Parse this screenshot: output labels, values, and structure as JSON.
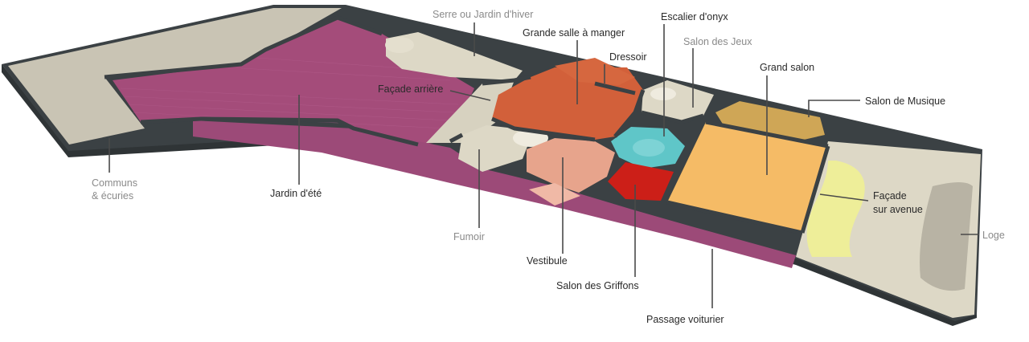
{
  "colors": {
    "wall": "#3b4144",
    "wall_dark": "#2e3335",
    "service_beige": "#c9c4b4",
    "light_beige": "#ddd8c6",
    "summer_garden": "#a44c7a",
    "passage": "#9c4a78",
    "dining_orange": "#d2603a",
    "onyx_teal": "#5fc6c8",
    "grand_salon": "#f5bb66",
    "music_salon": "#cfa656",
    "vestibule_salmon": "#e7a48c",
    "griffons_red": "#cc1f18",
    "facade_yellow": "#eeee99",
    "loge_grey": "#b8b3a4"
  },
  "labels": {
    "communs": [
      "Communs",
      "& écuries"
    ],
    "jardin_ete": "Jardin d'été",
    "serre": "Serre ou Jardin d'hiver",
    "facade_arriere": "Façade arrière",
    "grande_salle": "Grande salle à manger",
    "dressoir": "Dressoir",
    "escalier": "Escalier d'onyx",
    "salon_jeux": "Salon des Jeux",
    "grand_salon": "Grand salon",
    "salon_musique": "Salon de Musique",
    "facade_avenue": [
      "Façade",
      "sur avenue"
    ],
    "loge": "Loge",
    "fumoir": "Fumoir",
    "vestibule": "Vestibule",
    "salon_griffons": "Salon des Griffons",
    "passage": "Passage voiturier"
  }
}
